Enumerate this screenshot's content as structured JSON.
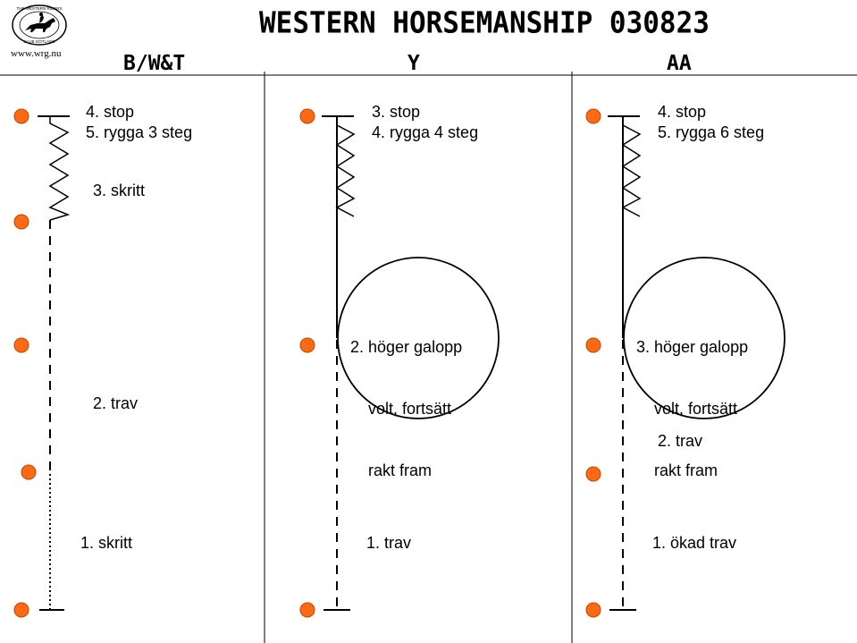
{
  "header": {
    "title": "WESTERN HORSEMANSHIP 030823",
    "logo_text_top": "THE WESTERN RIDERS",
    "logo_text_bottom": "CLUB GOTLAND",
    "logo_url": "www.wrg.nu"
  },
  "columns": [
    {
      "heading": "B/W&T",
      "labels": [
        {
          "id": "stop",
          "lines": [
            "4. stop",
            "5. rygga 3 steg"
          ]
        },
        {
          "id": "skritt3",
          "lines": [
            "3. skritt"
          ]
        },
        {
          "id": "trav2",
          "lines": [
            "2. trav"
          ]
        },
        {
          "id": "skritt1",
          "lines": [
            "1. skritt"
          ]
        }
      ]
    },
    {
      "heading": "Y",
      "labels": [
        {
          "id": "stop",
          "lines": [
            "3. stop",
            "4. rygga 4 steg"
          ]
        },
        {
          "id": "galopp",
          "lines": [
            "2. höger galopp",
            "    volt, fortsätt",
            "    rakt fram"
          ]
        },
        {
          "id": "trav1",
          "lines": [
            "1. trav"
          ]
        }
      ]
    },
    {
      "heading": "AA",
      "labels": [
        {
          "id": "stop",
          "lines": [
            "4. stop",
            "5. rygga 6 steg"
          ]
        },
        {
          "id": "galopp",
          "lines": [
            "3. höger galopp",
            "    volt, fortsätt",
            "    rakt fram"
          ]
        },
        {
          "id": "trav2",
          "lines": [
            "2. trav"
          ]
        },
        {
          "id": "okad",
          "lines": [
            "1. ökad trav"
          ]
        }
      ]
    }
  ],
  "colors": {
    "cone_fill": "#ff6a13",
    "cone_stroke": "#c04400",
    "line": "#000000"
  },
  "icons": {
    "cone": "cone-marker-icon",
    "logo": "rider-on-horse-logo-icon"
  }
}
